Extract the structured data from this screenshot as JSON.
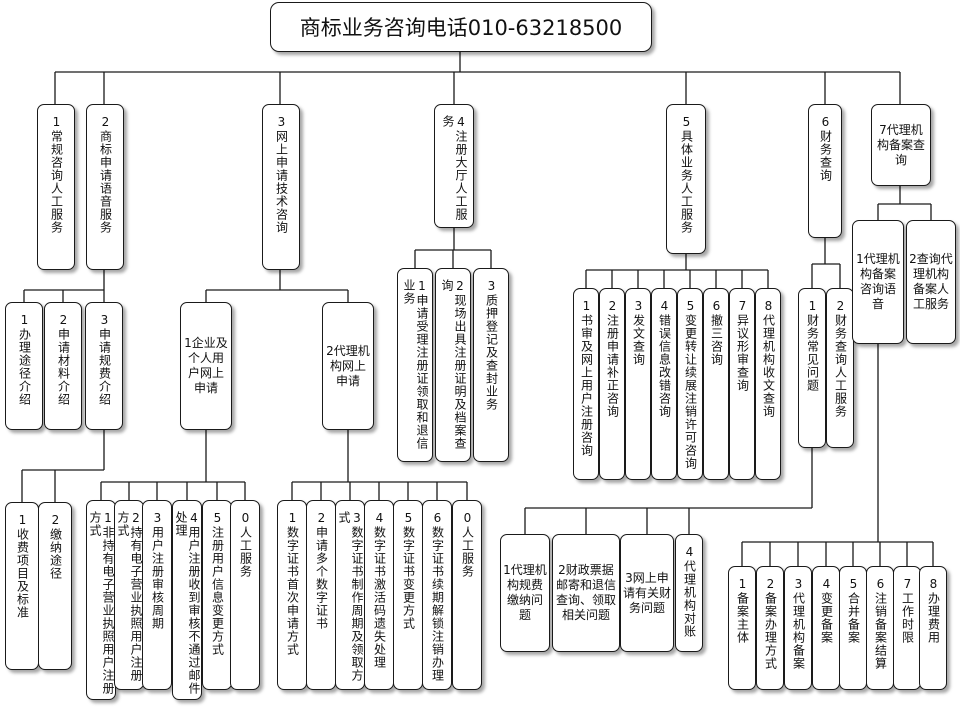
{
  "title": "商标业务咨询电话010-63218500",
  "nodes": {
    "c1": "1常规咨询人工服务",
    "c2": "2商标申请语音服务",
    "c3": "3网上申请技术咨询",
    "c4": "4注册大厅人工服务",
    "c5": "5具体业务人工服务",
    "c6": "6财务查询",
    "c7": "7代理机构备案查询",
    "c2a": "1办理途径介绍",
    "c2b": "2申请材料介绍",
    "c2c": "3申请规费介绍",
    "c2c1": "1收费项目及标准",
    "c2c2": "2缴纳途径",
    "c3a": "1企业及个人用户网上申请",
    "c3b": "2代理机构网上申请",
    "c3a1": "1非持有电子营业执照用户注册方式",
    "c3a2": "2持有电子营业执照用户注册方式",
    "c3a3": "3用户注册审核周期",
    "c3a4": "4用户注册收到审核不通过邮件处理",
    "c3a5": "5注册用户信息变更方式",
    "c3a6": "0人工服务",
    "c3b1": "1数字证书首次申请方式",
    "c3b2": "2申请多个数字证书",
    "c3b3": "3数字证书制作周期及领取方式",
    "c3b4": "4数字证书激活码遗失处理",
    "c3b5": "5数字证书变更方式",
    "c3b6": "6数字证书续期解锁注销办理",
    "c3b7": "0人工服务",
    "c4a": "1申请受理注册证领取和退信业务",
    "c4b": "2现场出具注册证明及档案查询",
    "c4c": "3质押登记及查封业务",
    "c5a": "1书审及网上用户注册咨询",
    "c5b": "2注册申请补正咨询",
    "c5c": "3发文查询",
    "c5d": "4错误信息改错咨询",
    "c5e": "5变更转让续展注销许可咨询",
    "c5f": "6撤三咨询",
    "c5g": "7异议形审查询",
    "c5h": "8代理机构收文查询",
    "c6a": "1财务常见问题",
    "c6b": "2财务查询人工服务",
    "c6a1": "1代理机构规费缴纳问题",
    "c6a2": "2财政票据邮寄和退信查询、领取相关问题",
    "c6a3": "3网上申请有关财务问题",
    "c6a4": "4代理机构对账",
    "c7a": "1代理机构备案咨询语音",
    "c7b": "2查询代理机构备案人工服务",
    "c7a1": "1备案主体",
    "c7a2": "2备案办理方式",
    "c7a3": "3代理机构备案",
    "c7a4": "4变更备案",
    "c7a5": "5合并备案",
    "c7a6": "6注销备案结算",
    "c7a7": "7工作时限",
    "c7a8": "8办理费用"
  }
}
